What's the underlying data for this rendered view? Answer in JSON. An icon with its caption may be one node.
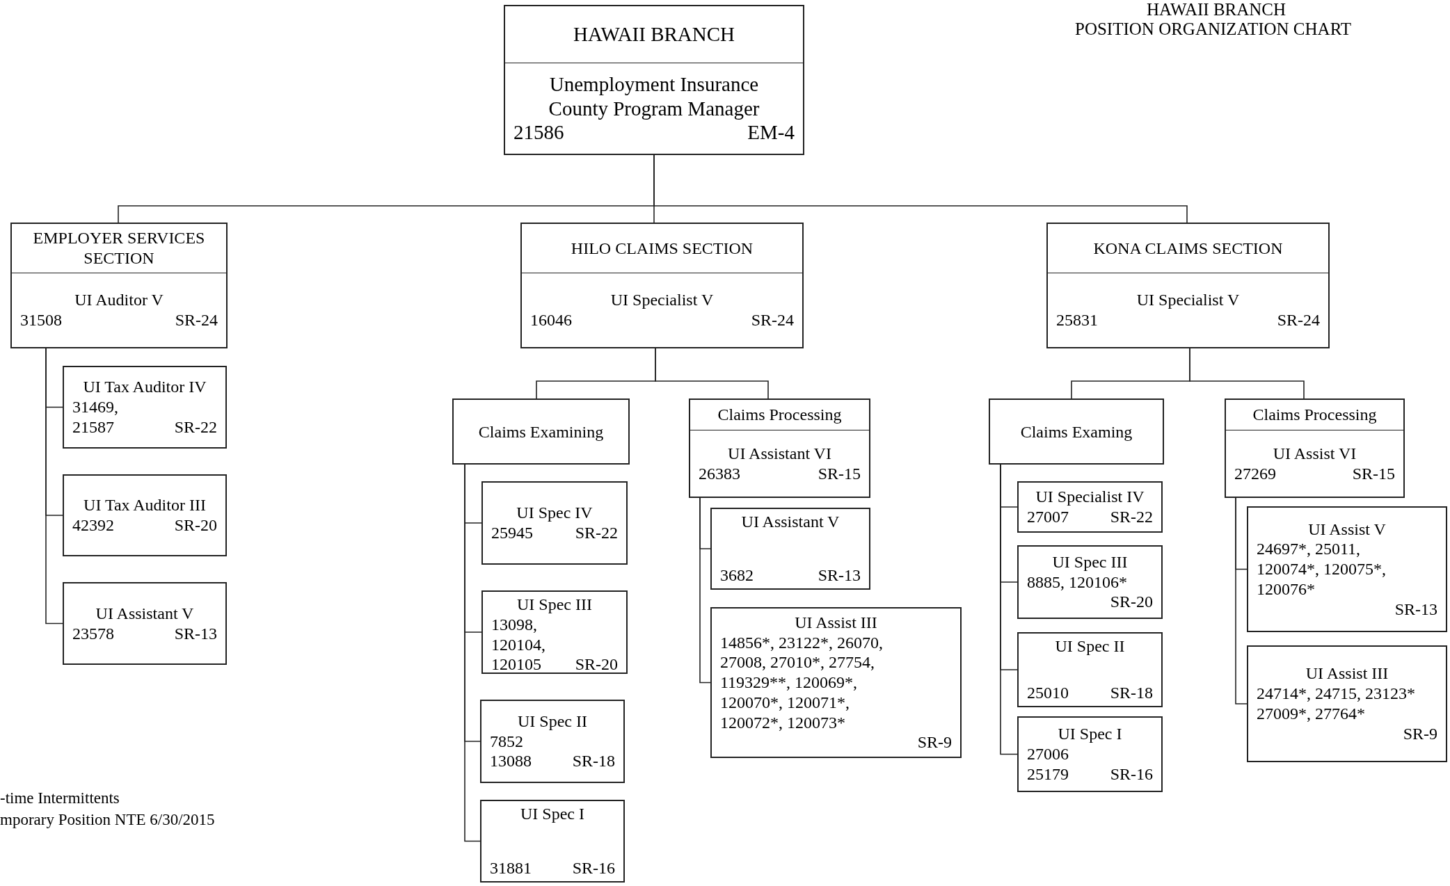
{
  "diagram": {
    "nodes": [
      {
        "text": [
          "HAWAII BRANCH",
          "Unemployment Insurance County Program Manager",
          "21586",
          "EM-4"
        ]
      },
      {
        "text": [
          "EMPLOYER SERVICES SECTION",
          "UI Auditor V",
          "31508",
          "SR-24"
        ]
      },
      {
        "text": [
          "UI Tax Auditor IV",
          "31469, 21587",
          "SR-22"
        ]
      },
      {
        "text": [
          "UI Tax Auditor III",
          "42392",
          "SR-20"
        ]
      },
      {
        "text": [
          "UI Assistant V",
          "23578",
          "SR-13"
        ]
      },
      {
        "text": [
          "HILO CLAIMS SECTION",
          "UI Specialist V",
          "16046",
          "SR-24"
        ]
      },
      {
        "text": [
          "Claims Examining"
        ]
      },
      {
        "text": [
          "UI Spec IV",
          "25945",
          "SR-22"
        ]
      },
      {
        "text": [
          "UI Spec III",
          "13098, 120104, 120105",
          "SR-20"
        ]
      },
      {
        "text": [
          "UI Spec II",
          "7852 13088",
          "SR-18"
        ]
      },
      {
        "text": [
          "UI Spec I",
          "31881",
          "SR-16"
        ]
      },
      {
        "text": [
          "Claims Processing",
          "UI Assistant VI",
          "26383",
          "SR-15"
        ]
      },
      {
        "text": [
          "UI Assistant V",
          "3682",
          "SR-13"
        ]
      },
      {
        "text": [
          "UI Assist III",
          "14856*, 23122*, 26070, 27008, 27010*, 27754, 119329**, 120069*, 120070*, 120071*, 120072*, 120073*",
          "SR-9"
        ]
      },
      {
        "text": [
          "KONA CLAIMS SECTION",
          "UI Specialist V",
          "25831",
          "SR-24"
        ]
      },
      {
        "text": [
          "Claims Examing"
        ]
      },
      {
        "text": [
          "UI Specialist IV",
          "27007",
          "SR-22"
        ]
      },
      {
        "text": [
          "UI Spec III",
          "8885, 120106*",
          "SR-20"
        ]
      },
      {
        "text": [
          "UI Spec II",
          "25010",
          "SR-18"
        ]
      },
      {
        "text": [
          "UI Spec I",
          "27006 25179",
          "SR-16"
        ]
      },
      {
        "text": [
          "Claims Processing",
          "UI Assist VI",
          "27269",
          "SR-15"
        ]
      },
      {
        "text": [
          "UI Assist V",
          "24697*, 25011, 120074*, 120075*, 120076*",
          "SR-13"
        ]
      },
      {
        "text": [
          "UI Assist III",
          "24714*, 24715, 23123* 27009*, 27764*",
          "SR-9"
        ]
      }
    ],
    "edges": [
      {
        "from": 0,
        "to": 1,
        "arrow": "none"
      },
      {
        "from": 0,
        "to": 5,
        "arrow": "none"
      },
      {
        "from": 0,
        "to": 14,
        "arrow": "none"
      },
      {
        "from": 1,
        "to": 2,
        "arrow": "none"
      },
      {
        "from": 1,
        "to": 3,
        "arrow": "none"
      },
      {
        "from": 1,
        "to": 4,
        "arrow": "none"
      },
      {
        "from": 5,
        "to": 6,
        "arrow": "none"
      },
      {
        "from": 5,
        "to": 11,
        "arrow": "none"
      },
      {
        "from": 6,
        "to": 7,
        "arrow": "none"
      },
      {
        "from": 6,
        "to": 8,
        "arrow": "none"
      },
      {
        "from": 6,
        "to": 9,
        "arrow": "none"
      },
      {
        "from": 6,
        "to": 10,
        "arrow": "none"
      },
      {
        "from": 11,
        "to": 12,
        "arrow": "none"
      },
      {
        "from": 11,
        "to": 13,
        "arrow": "none"
      },
      {
        "from": 14,
        "to": 15,
        "arrow": "none"
      },
      {
        "from": 14,
        "to": 20,
        "arrow": "none"
      },
      {
        "from": 15,
        "to": 16,
        "arrow": "none"
      },
      {
        "from": 15,
        "to": 17,
        "arrow": "none"
      },
      {
        "from": 15,
        "to": 18,
        "arrow": "none"
      },
      {
        "from": 15,
        "to": 19,
        "arrow": "none"
      },
      {
        "from": 20,
        "to": 21,
        "arrow": "none"
      },
      {
        "from": 20,
        "to": 22,
        "arrow": "none"
      }
    ],
    "labels": [
      "HAWAII BRANCH",
      "POSITION ORGANIZATION CHART",
      "-time Intermittents",
      "mporary Position NTE 6/30/2015"
    ]
  }
}
